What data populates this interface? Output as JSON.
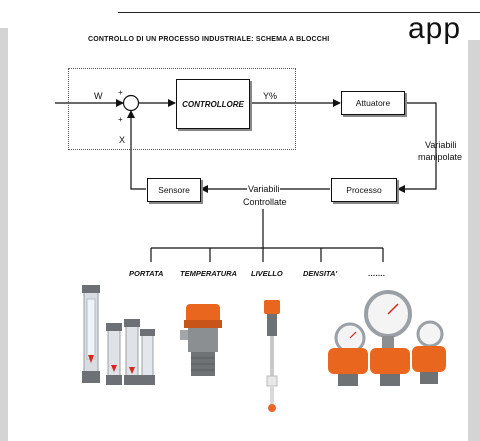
{
  "header": {
    "overlay_text": "app"
  },
  "title": "CONTROLLO DI UN PROCESSO INDUSTRIALE: SCHEMA A BLOCCHI",
  "blocks": {
    "controller": "CONTROLLORE",
    "actuator": "Attuatore",
    "process": "Processo",
    "sensor": "Sensore"
  },
  "signals": {
    "w": "W",
    "x": "X",
    "y": "Y%",
    "plus1": "+",
    "plus2": "+",
    "manipulated_line1": "Variabili",
    "manipulated_line2": "manipolate",
    "controlled_line1": "Variabili",
    "controlled_line2": "Controllate"
  },
  "categories": [
    "PORTATA",
    "TEMPERATURA",
    "LIVELLO",
    "DENSITA'",
    "……."
  ],
  "colors": {
    "line": "#111111",
    "sensor_orange": "#e8661e",
    "sensor_gray": "#8c8f92"
  },
  "icons": [
    "flowmeter-icon",
    "temperature-sensor-icon",
    "level-sensor-icon",
    "pressure-gauge-icon"
  ]
}
